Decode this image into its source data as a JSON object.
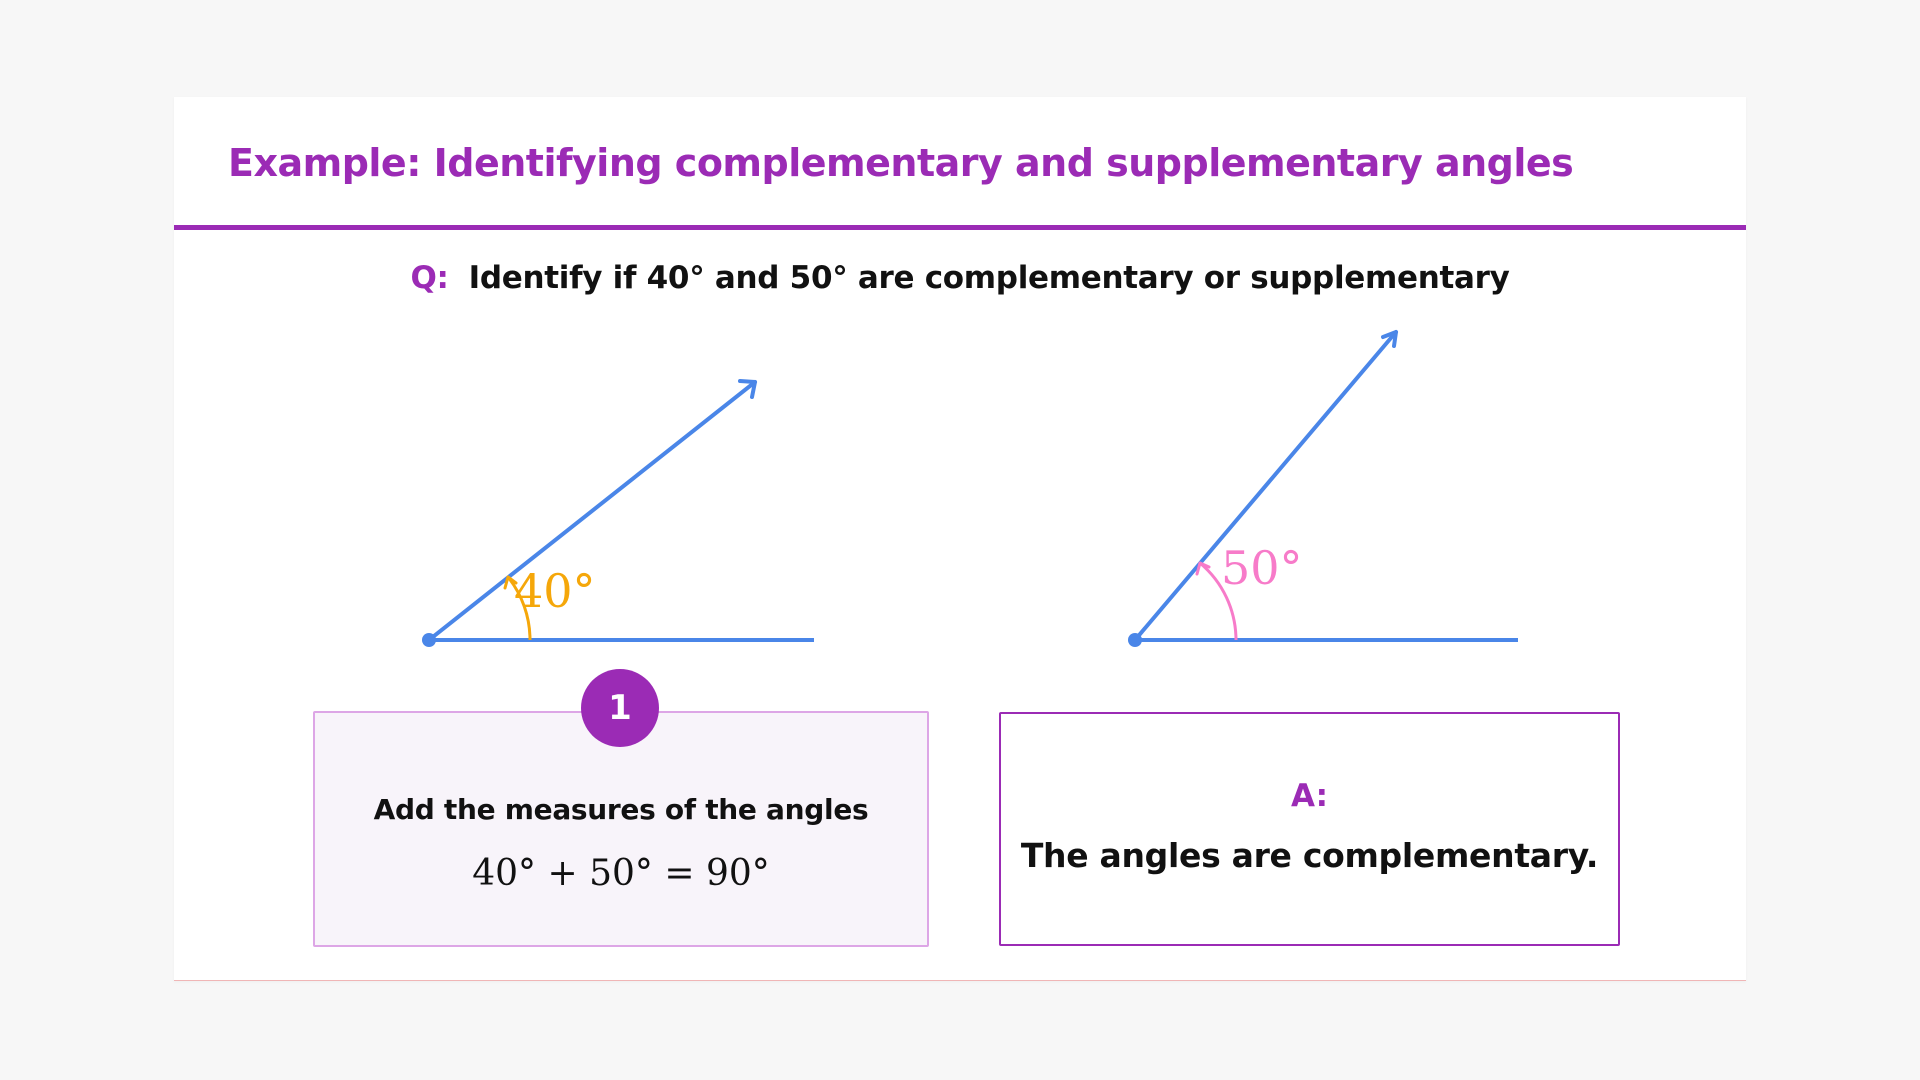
{
  "title": "Example: Identifying complementary and supplementary angles",
  "question": {
    "label": "Q:",
    "text": "Identify if 40° and 50° are complementary or supplementary"
  },
  "angles": [
    {
      "measure_deg": 40,
      "label": "40°",
      "color": "#f5a70a"
    },
    {
      "measure_deg": 50,
      "label": "50°",
      "color": "#f77bc9"
    }
  ],
  "colors": {
    "accent": "#9b2bb5",
    "ray": "#4a86e8",
    "step_box_fill": "#f8f4fa",
    "step_box_border": "#dda6e6"
  },
  "step": {
    "number": "1",
    "text": "Add the measures of the angles",
    "equation": "40° + 50° = 90°"
  },
  "answer": {
    "label": "A:",
    "text": "The angles are complementary."
  }
}
